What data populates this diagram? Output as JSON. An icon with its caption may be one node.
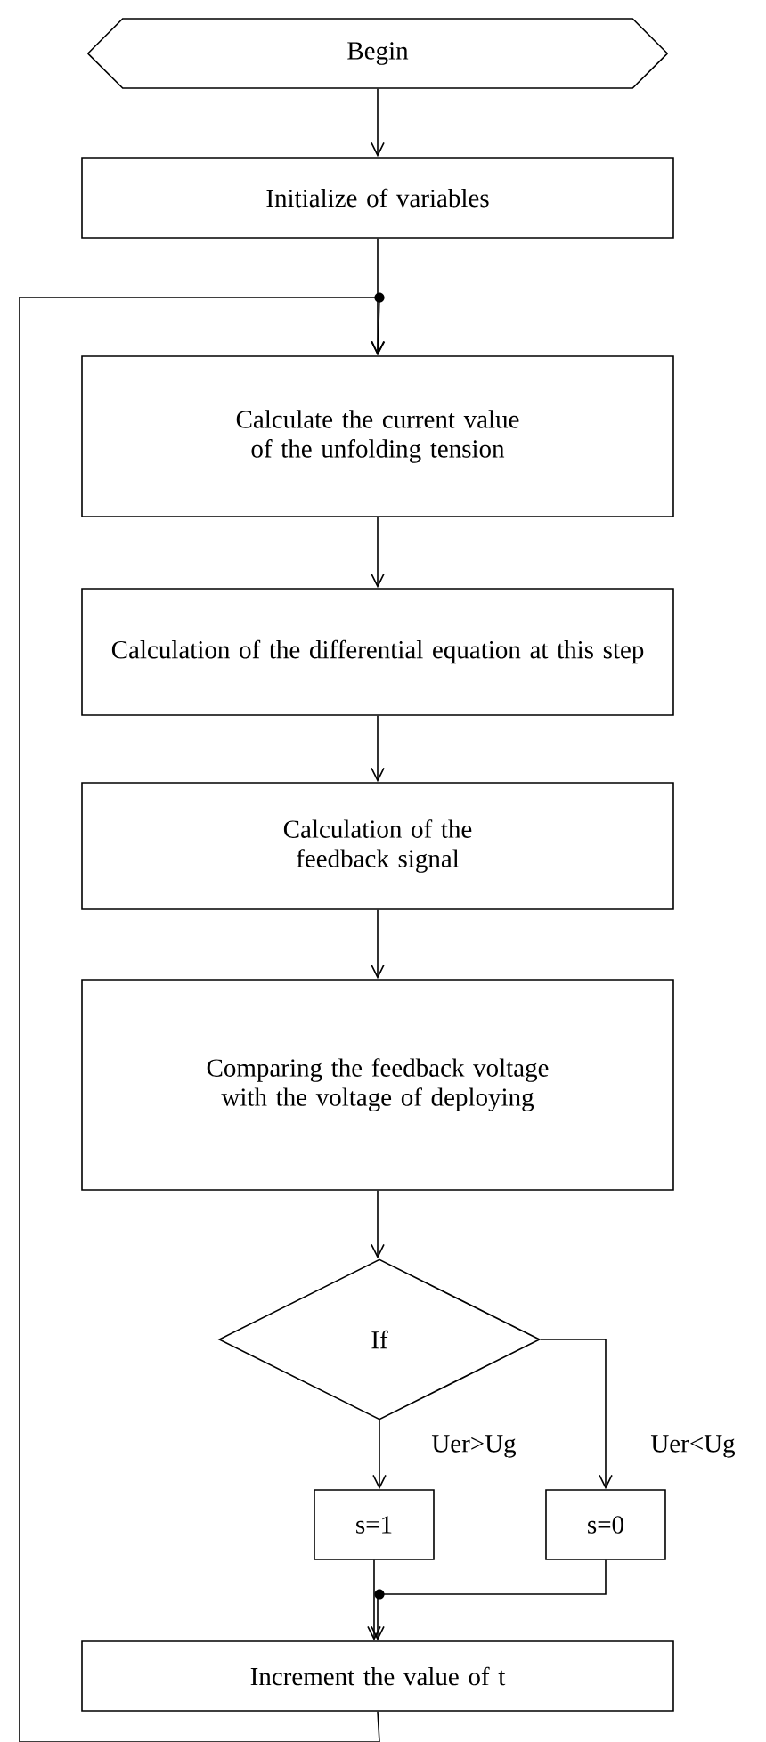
{
  "diagram": {
    "nodes": [
      {
        "text": [
          "Begin"
        ]
      },
      {
        "text": [
          "Initialize of variables"
        ]
      },
      {
        "text": [
          "Calculate the current value of the unfolding tension"
        ]
      },
      {
        "text": [
          "Calculation of the differential equation at this step"
        ]
      },
      {
        "text": [
          "Calculation of the feedback signal"
        ]
      },
      {
        "text": [
          "Comparing the feedback voltage with the voltage of deploying"
        ]
      },
      {
        "text": [
          "If"
        ]
      },
      {
        "text": [
          "s=1"
        ]
      },
      {
        "text": [
          "s=0"
        ]
      },
      {
        "text": [
          "Increment the value of t"
        ]
      }
    ],
    "edges": [
      {
        "from": 0,
        "to": 1,
        "arrow": "to"
      },
      {
        "from": 1,
        "to": 2,
        "arrow": "to"
      },
      {
        "from": 2,
        "to": 3,
        "arrow": "to"
      },
      {
        "from": 3,
        "to": 4,
        "arrow": "to"
      },
      {
        "from": 4,
        "to": 5,
        "arrow": "to"
      },
      {
        "from": 5,
        "to": 6,
        "arrow": "to"
      },
      {
        "from": 6,
        "to": 7,
        "arrow": "to",
        "label": "Uer>Ug"
      },
      {
        "from": 6,
        "to": 8,
        "arrow": "to",
        "label": "Uer<Ug"
      },
      {
        "from": 7,
        "to": 9,
        "arrow": "to"
      },
      {
        "from": 8,
        "to": 9,
        "arrow": "to"
      },
      {
        "from": 9,
        "to": 2,
        "arrow": "to"
      }
    ]
  }
}
